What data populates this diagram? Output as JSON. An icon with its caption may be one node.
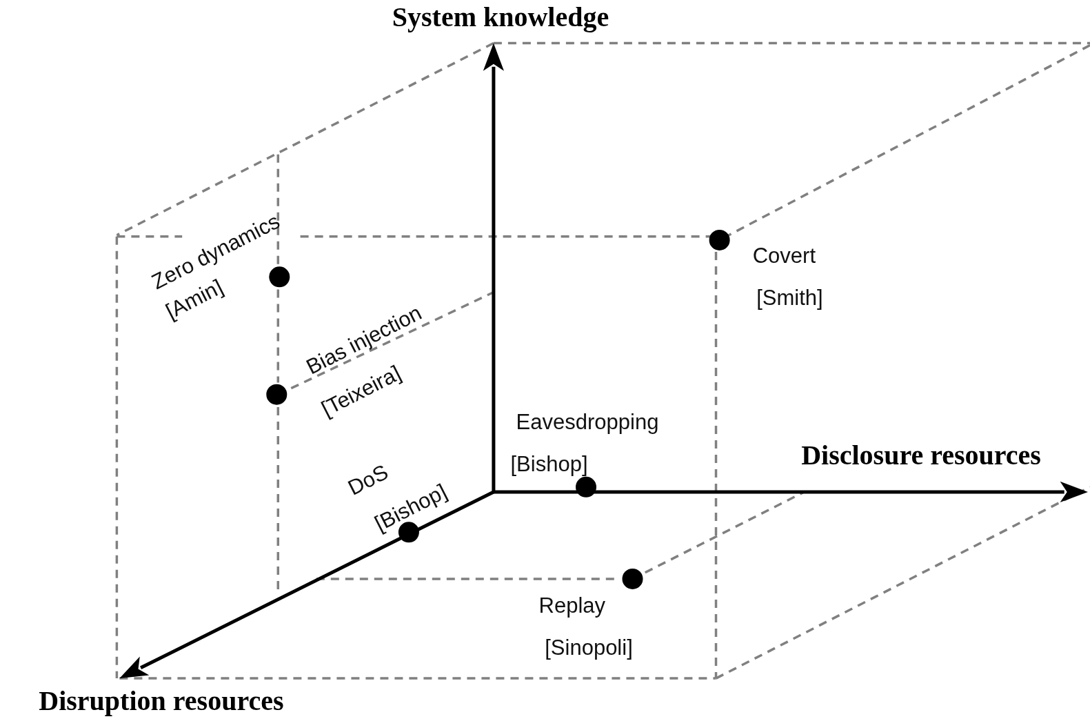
{
  "diagram": {
    "labels": [
      "System knowledge",
      "Zero dynamics",
      "[Amin]",
      "Covert",
      "[Smith]",
      "Bias injection",
      "[Teixeira]",
      "Eavesdropping",
      "Disclosure resources",
      "[Bishop]",
      "DoS",
      "[Bishop]",
      "Replay",
      "[Sinopoli]",
      "Disruption resources"
    ]
  }
}
